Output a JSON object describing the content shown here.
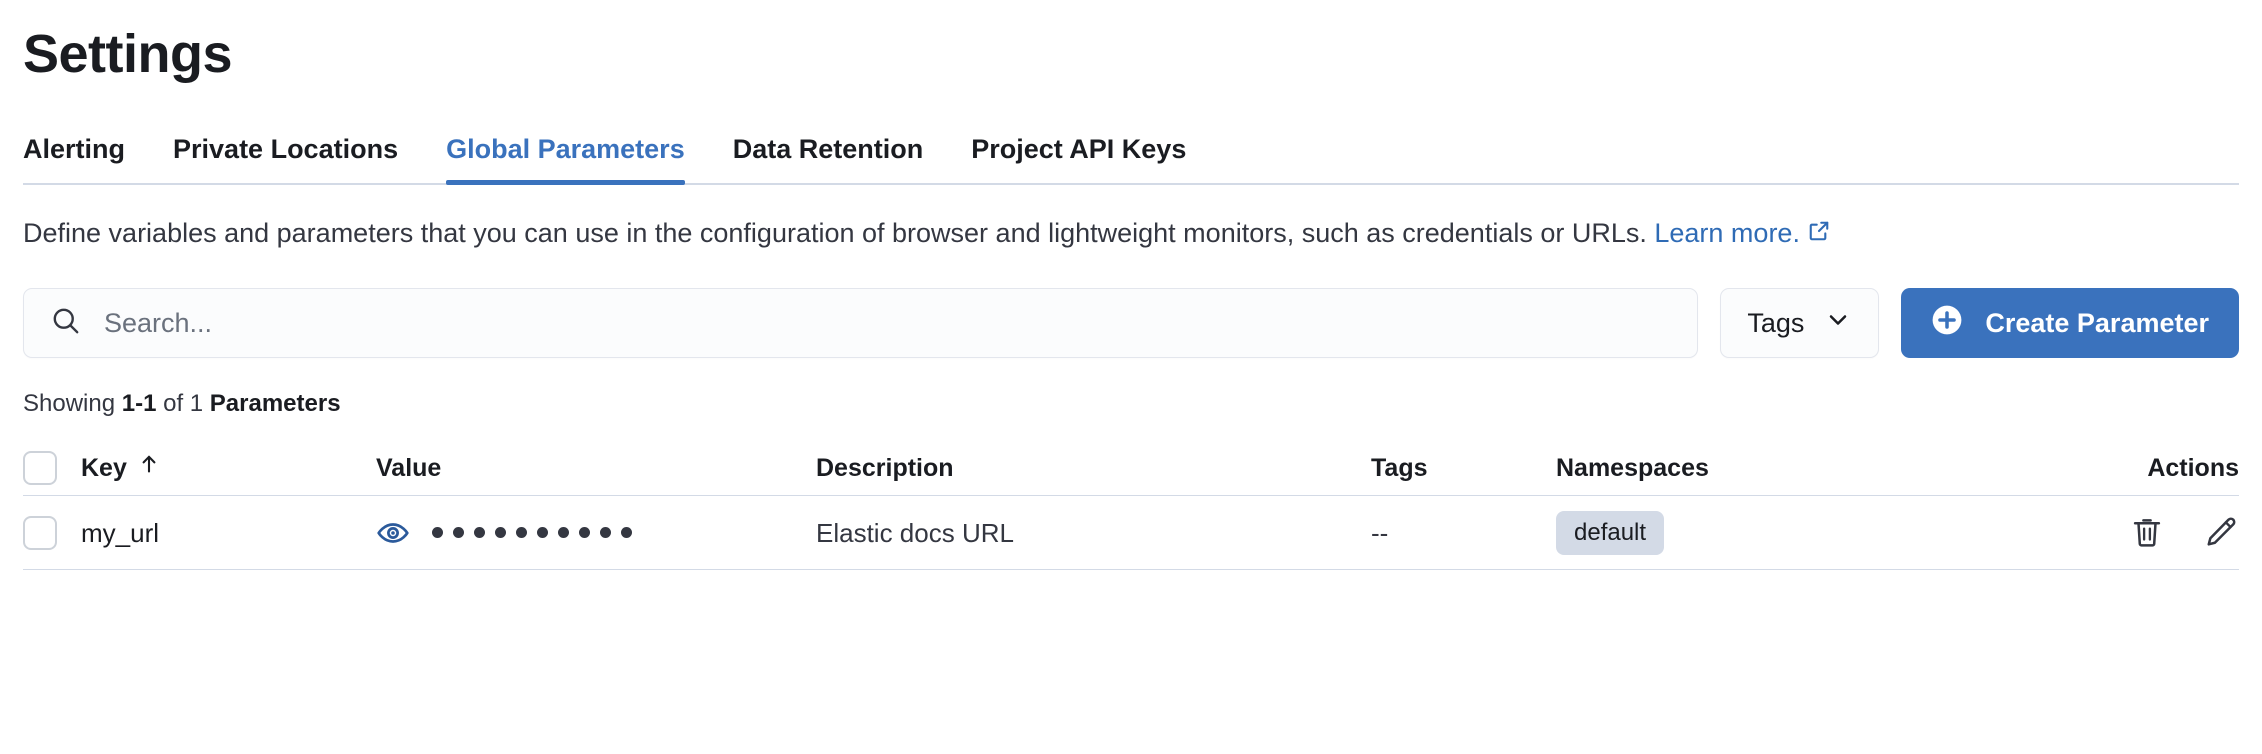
{
  "page": {
    "title": "Settings"
  },
  "tabs": [
    {
      "label": "Alerting",
      "active": false,
      "name": "tab-alerting"
    },
    {
      "label": "Private Locations",
      "active": false,
      "name": "tab-private-locations"
    },
    {
      "label": "Global Parameters",
      "active": true,
      "name": "tab-global-parameters"
    },
    {
      "label": "Data Retention",
      "active": false,
      "name": "tab-data-retention"
    },
    {
      "label": "Project API Keys",
      "active": false,
      "name": "tab-project-api-keys"
    }
  ],
  "description": {
    "text": "Define variables and parameters that you can use in the configuration of browser and lightweight monitors, such as credentials or URLs. ",
    "link_label": "Learn more.",
    "link_icon": "external-link-icon"
  },
  "toolbar": {
    "search_placeholder": "Search...",
    "search_value": "",
    "search_icon": "search-icon",
    "tags_label": "Tags",
    "tags_icon": "chevron-down-icon",
    "create_label": "Create Parameter",
    "create_icon": "plus-circle-icon"
  },
  "results": {
    "prefix": "Showing ",
    "range": "1-1",
    "middle": " of 1 ",
    "entity": "Parameters"
  },
  "table": {
    "columns": [
      {
        "label": "Key",
        "sort_icon": "arrow-up-icon",
        "name": "column-header-key"
      },
      {
        "label": "Value",
        "name": "column-header-value"
      },
      {
        "label": "Description",
        "name": "column-header-description"
      },
      {
        "label": "Tags",
        "name": "column-header-tags"
      },
      {
        "label": "Namespaces",
        "name": "column-header-namespaces"
      },
      {
        "label": "Actions",
        "name": "column-header-actions"
      }
    ],
    "rows": [
      {
        "key": "my_url",
        "value_masked": "••••••••••",
        "value_dot_count": 10,
        "value_reveal_icon": "eye-icon",
        "description": "Elastic docs URL",
        "tags": "--",
        "namespace_badge": "default",
        "actions": [
          "trash-icon",
          "pencil-icon"
        ]
      }
    ]
  },
  "colors": {
    "accent": "#3a72bd",
    "link": "#2f6bb5",
    "text": "#343741",
    "heading": "#1a1c21",
    "border": "#d3dae6",
    "badge_bg": "#d3dae6",
    "eye_icon": "#2b5a9b"
  }
}
